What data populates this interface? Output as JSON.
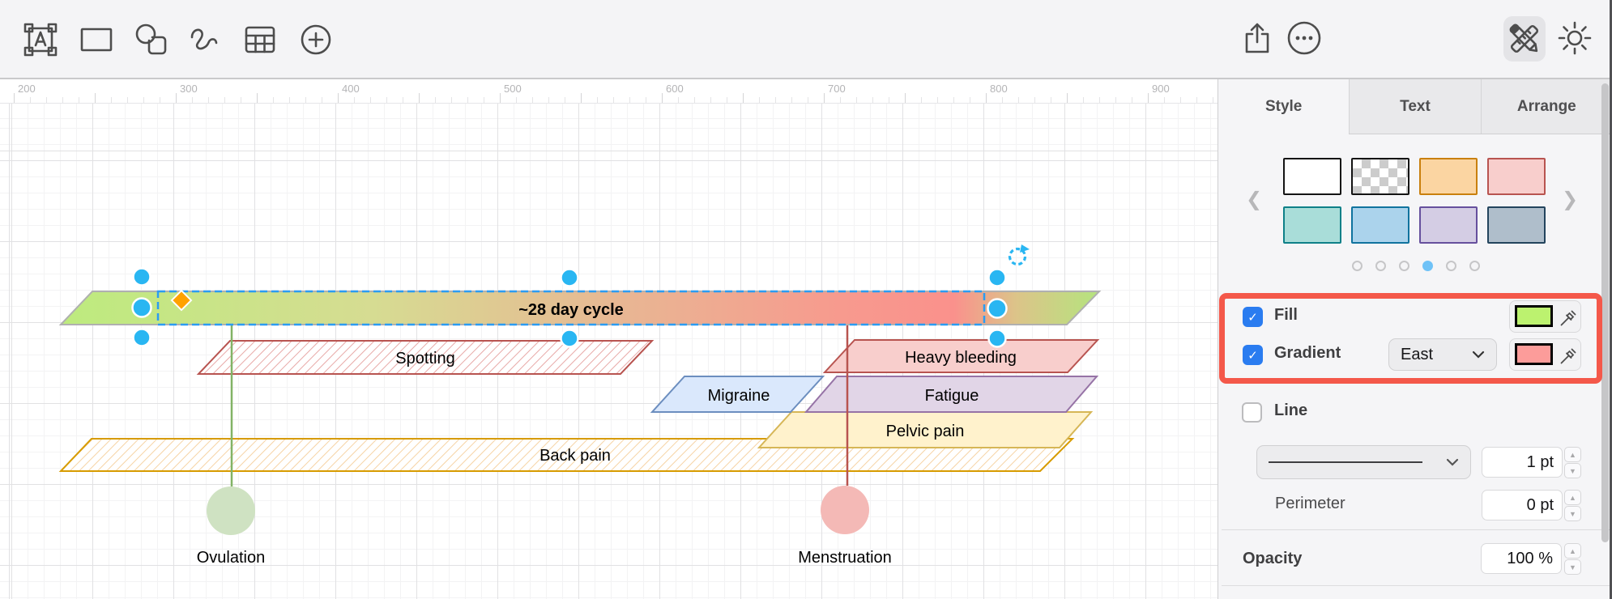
{
  "toolbar": {
    "left_icons": [
      "text-tool",
      "rectangle-tool",
      "shape-tool",
      "freehand-tool",
      "table-tool",
      "insert-tool"
    ],
    "right_icons": [
      "share-icon",
      "more-icon",
      "format-icon",
      "theme-icon"
    ]
  },
  "ruler": {
    "labels": [
      "200",
      "300",
      "400",
      "500",
      "600",
      "700",
      "800",
      "900"
    ]
  },
  "canvas": {
    "cycle_gradient": [
      "#BDEB7E",
      "#D6DC92",
      "#E9B593",
      "#F79A8E",
      "#FA918C",
      "#DCC489",
      "#B5E47E"
    ],
    "shapes": {
      "cycle": {
        "label": "~28 day cycle",
        "stroke": "#B0B0B0"
      },
      "spotting": {
        "label": "Spotting",
        "stroke": "#B85450",
        "hatch": "#E8A9A7"
      },
      "heavy": {
        "label": "Heavy bleeding",
        "fill": "#F8CECC",
        "stroke": "#B85450"
      },
      "migraine": {
        "label": "Migraine",
        "fill": "#DAE8FC",
        "stroke": "#6C8EBF"
      },
      "fatigue": {
        "label": "Fatigue",
        "fill": "#E1D5E7",
        "stroke": "#9673A6"
      },
      "pelvic": {
        "label": "Pelvic pain",
        "fill": "#FFF2CC",
        "stroke": "#D6B656"
      },
      "back": {
        "label": "Back pain",
        "stroke": "#D79B00",
        "hatch": "#F6D3A4"
      },
      "ovulation": {
        "label": "Ovulation",
        "fill": "#CFE2C2",
        "line": "#82B366"
      },
      "menstruation": {
        "label": "Menstruation",
        "fill": "#F4B9B6",
        "line": "#B85450"
      }
    },
    "selection": {
      "outline": "#2B9CF2",
      "handle": "#29B6F2",
      "diamond": "#FFA200"
    }
  },
  "sidebar": {
    "tabs": [
      {
        "label": "Style"
      },
      {
        "label": "Text"
      },
      {
        "label": "Arrange"
      }
    ],
    "presets": [
      {
        "css": "background:#ffffff;border-color:#141414"
      },
      {
        "css": "background-image:repeating-conic-gradient(#cccccc 0% 25%, #ffffff 0% 50%);background-size:22px 22px;border-color:#141414"
      },
      {
        "css": "background:#FBD5A2;border-color:#C9800E"
      },
      {
        "css": "background:#F8CECC;border-color:#B85450"
      },
      {
        "css": "background:#A9DDD9;border-color:#0E8088"
      },
      {
        "css": "background:#ABD3EC;border-color:#10739E"
      },
      {
        "css": "background:#D4CDE4;border-color:#66509D"
      },
      {
        "css": "background:#AFBECB;border-color:#23445D"
      }
    ],
    "fill": {
      "label": "Fill",
      "swatch": "background:#BCF26F"
    },
    "gradient": {
      "label": "Gradient",
      "direction": "East",
      "swatch": "background:#FC9C9A"
    },
    "line": {
      "label": "Line",
      "width": "1 pt"
    },
    "perimeter": {
      "label": "Perimeter",
      "value": "0 pt"
    },
    "opacity": {
      "label": "Opacity",
      "value": "100 %"
    },
    "annotation_color": "#F4584A"
  }
}
